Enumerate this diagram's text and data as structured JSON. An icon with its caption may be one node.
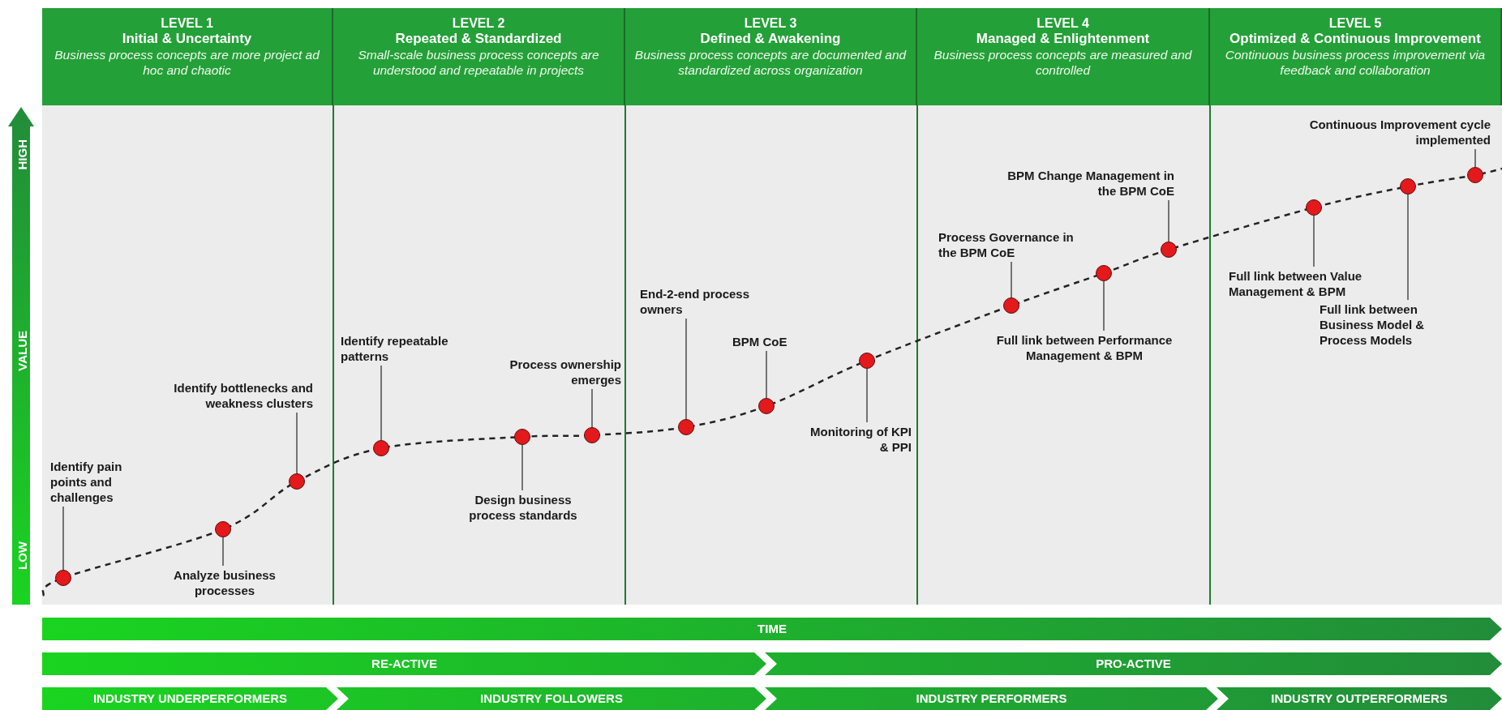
{
  "diagram": {
    "nodes": [
      {
        "text": [
          "LEVEL 1",
          "Initial & Uncertainty",
          "Business process concepts are more project ad hoc and chaotic"
        ]
      },
      {
        "text": [
          "LEVEL 2",
          "Repeated & Standardized",
          "Small-scale business process concepts are understood and repeatable in projects"
        ]
      },
      {
        "text": [
          "LEVEL 3",
          "Defined & Awakening",
          "Business process concepts are documented and standardized across organization"
        ]
      },
      {
        "text": [
          "LEVEL 4",
          "Managed & Enlightenment",
          "Business process concepts are measured and controlled"
        ]
      },
      {
        "text": [
          "LEVEL 5",
          "Optimized & Continuous Improvement",
          "Continuous business process improvement via feedback and collaboration"
        ]
      },
      {
        "text": [
          "Identify pain points and challenges"
        ]
      },
      {
        "text": [],
        "shape": "circle"
      },
      {
        "text": [
          "Analyze business processes"
        ]
      },
      {
        "text": [],
        "shape": "circle"
      },
      {
        "text": [
          "Identify bottlenecks and weakness clusters"
        ]
      },
      {
        "text": [],
        "shape": "circle"
      },
      {
        "text": [
          "Identify repeatable patterns"
        ]
      },
      {
        "text": [],
        "shape": "circle"
      },
      {
        "text": [
          "Design business process standards"
        ]
      },
      {
        "text": [],
        "shape": "circle"
      },
      {
        "text": [
          "Process ownership emerges"
        ]
      },
      {
        "text": [],
        "shape": "circle"
      },
      {
        "text": [
          "End-2-end process owners"
        ]
      },
      {
        "text": [],
        "shape": "circle"
      },
      {
        "text": [
          "BPM CoE"
        ]
      },
      {
        "text": [],
        "shape": "circle"
      },
      {
        "text": [
          "Monitoring of KPI & PPI"
        ]
      },
      {
        "text": [],
        "shape": "circle"
      },
      {
        "text": [
          "Process Governance in the BPM CoE"
        ]
      },
      {
        "text": [],
        "shape": "circle"
      },
      {
        "text": [
          "Full link between Performance Management & BPM"
        ]
      },
      {
        "text": [],
        "shape": "circle"
      },
      {
        "text": [
          "BPM Change Management in the BPM CoE"
        ]
      },
      {
        "text": [],
        "shape": "circle"
      },
      {
        "text": [
          "Full link between Value Management & BPM"
        ]
      },
      {
        "text": [],
        "shape": "circle"
      },
      {
        "text": [
          "Full link between Business Model & Process Models"
        ]
      },
      {
        "text": [],
        "shape": "circle"
      },
      {
        "text": [
          "Continuous Improvement cycle implemented"
        ]
      },
      {
        "text": [],
        "shape": "circle"
      },
      {
        "text": [
          "TIME"
        ]
      },
      {
        "text": [
          "RE-ACTIVE"
        ]
      },
      {
        "text": [
          "PRO-ACTIVE"
        ]
      },
      {
        "text": [
          "INDUSTRY UNDERPERFORMERS"
        ]
      },
      {
        "text": [
          "INDUSTRY FOLLOWERS"
        ]
      },
      {
        "text": [
          "INDUSTRY PERFORMERS"
        ]
      },
      {
        "text": [
          "INDUSTRY OUTPERFORMERS"
        ]
      }
    ],
    "edges": [
      {
        "from": 5,
        "to": 6,
        "arrow": "none"
      },
      {
        "from": 7,
        "to": 8,
        "arrow": "none"
      },
      {
        "from": 9,
        "to": 10,
        "arrow": "none"
      },
      {
        "from": 11,
        "to": 12,
        "arrow": "none"
      },
      {
        "from": 13,
        "to": 14,
        "arrow": "none"
      },
      {
        "from": 15,
        "to": 16,
        "arrow": "none"
      },
      {
        "from": 17,
        "to": 18,
        "arrow": "none"
      },
      {
        "from": 19,
        "to": 20,
        "arrow": "none"
      },
      {
        "from": 21,
        "to": 22,
        "arrow": "none"
      },
      {
        "from": 23,
        "to": 24,
        "arrow": "none"
      },
      {
        "from": 25,
        "to": 26,
        "arrow": "none"
      },
      {
        "from": 27,
        "to": 28,
        "arrow": "none"
      },
      {
        "from": 29,
        "to": 30,
        "arrow": "none"
      },
      {
        "from": 31,
        "to": 32,
        "arrow": "none"
      },
      {
        "from": 33,
        "to": 34,
        "arrow": "none"
      }
    ],
    "labels": [
      "HIGH",
      "VALUE",
      "LOW"
    ]
  }
}
